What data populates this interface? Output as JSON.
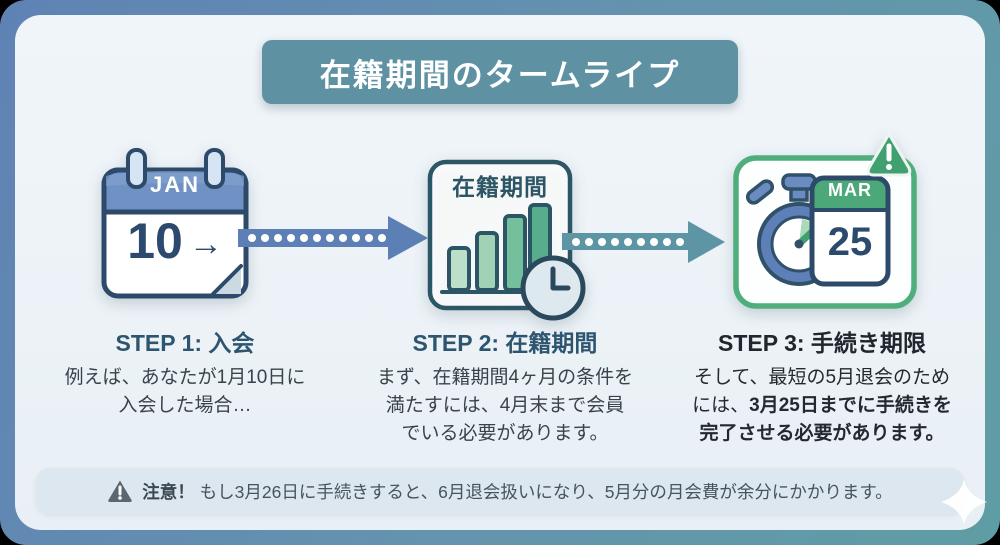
{
  "title": "在籍期間のタームライプ",
  "colors": {
    "frame_blue": "#5f82b4",
    "frame_teal": "#5f9da4",
    "title_bg": "#5e92a3",
    "arrow_blue": "#5c80b5",
    "arrow_teal": "#5e95a5",
    "calendar_blue": "#5a7cb5",
    "chart_green": "#58ad8d",
    "deadline_green": "#4fae7c",
    "warning_green": "#41a06f",
    "navy": "#2e4a6b",
    "teal_dark": "#2c5566"
  },
  "icons": {
    "step1": "calendar-jan-icon",
    "step2": "membership-growth-chart-icon",
    "step3": "stopwatch-deadline-icon",
    "warning_badge": "warning-triangle-icon",
    "note": "caution-triangle-icon",
    "sparkle": "sparkle-icon"
  },
  "steps": [
    {
      "month": "JAN",
      "day": "10",
      "arrow_glyph": "→",
      "heading": "STEP 1: 入会",
      "body_lines": [
        "例えば、あなたが1月10日に",
        "入会した場合…"
      ]
    },
    {
      "box_label": "在籍期間",
      "heading": "STEP 2: 在籍期間",
      "body_lines": [
        "まず、在籍期間4ヶ月の条件を",
        "満たすには、4月末まで会員",
        "でいる必要があります。"
      ]
    },
    {
      "month": "MAR",
      "day": "25",
      "heading": "STEP 3: 手続き期限",
      "body": {
        "l1": "そして、最短の5月退会のため",
        "l2_normal": "には、",
        "l2_bold": "3月25日までに手続きを",
        "l3_bold": "完了させる必要があります。"
      }
    }
  ],
  "note": {
    "warn_label": "注意！",
    "text": "もし3月26日に手続きすると、6月退会扱いになり、5月分の月会費が余分にかかります。"
  }
}
